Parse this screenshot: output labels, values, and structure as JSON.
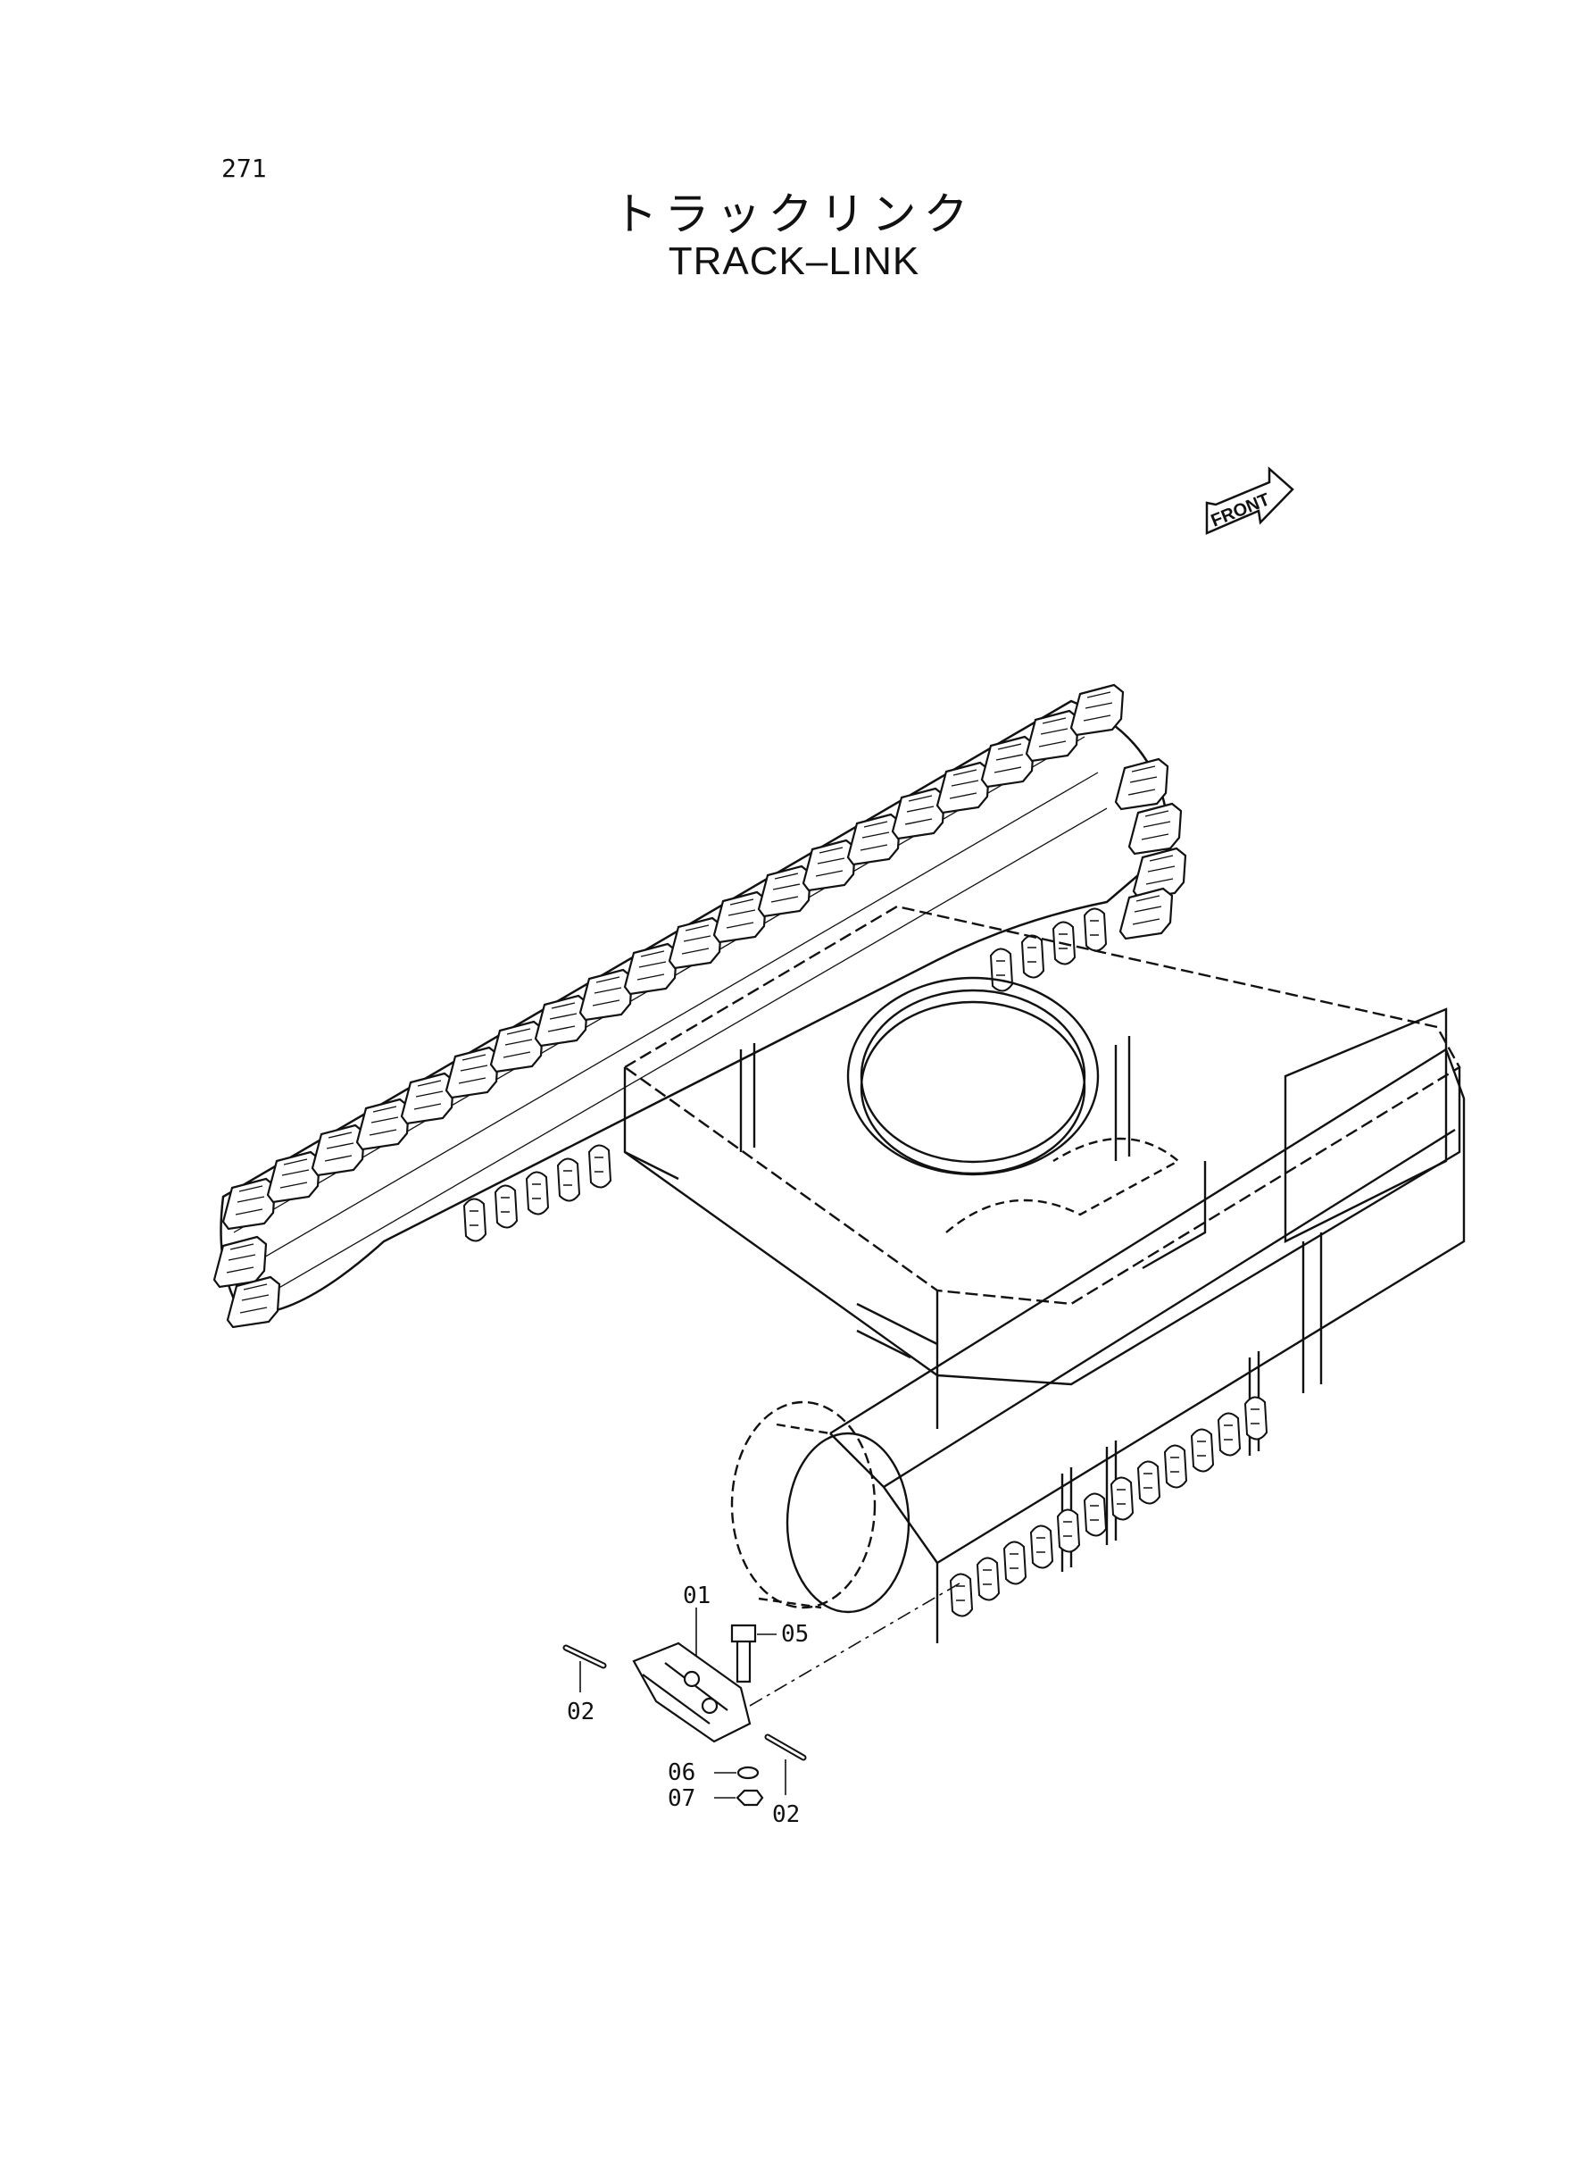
{
  "page_number": "271",
  "title_jp": "トラックリンク",
  "title_en": "TRACK–LINK",
  "front_label": "FRONT",
  "callouts": {
    "c01": "01",
    "c02a": "02",
    "c02b": "02",
    "c05": "05",
    "c06": "06",
    "c07": "07"
  }
}
